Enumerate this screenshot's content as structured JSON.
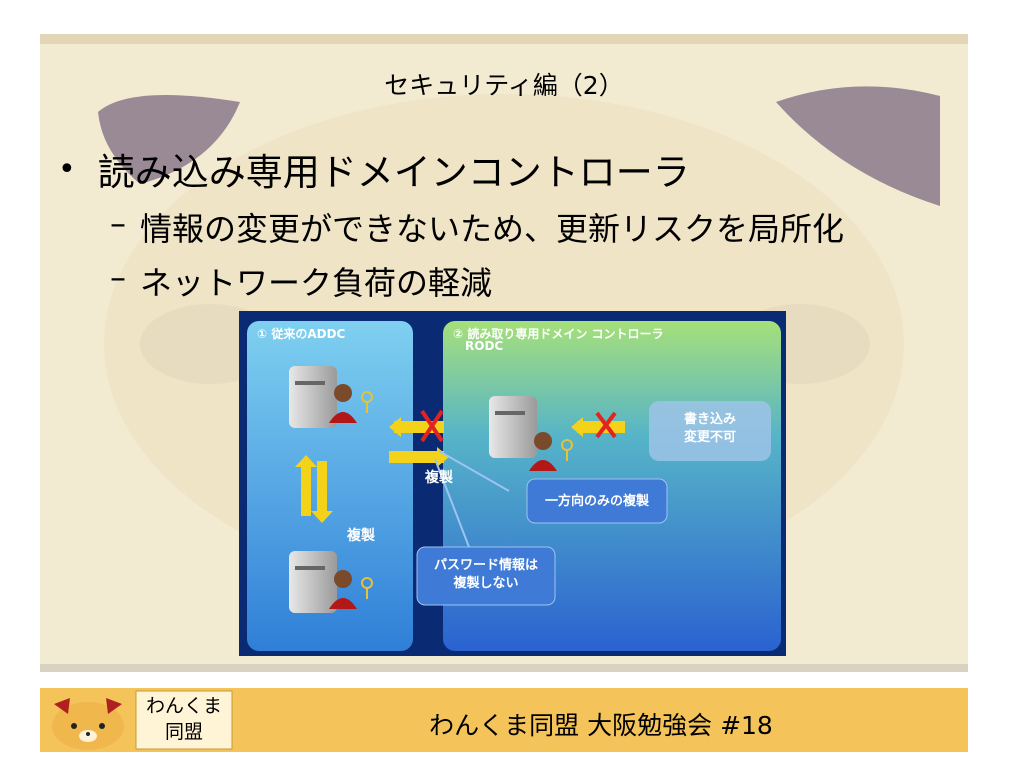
{
  "slide": {
    "title": "セキュリティ編（2）",
    "bullet_main": "読み込み専用ドメインコントローラ",
    "sub_bullets": [
      "情報の変更ができないため、更新リスクを局所化",
      "ネットワーク負荷の軽減"
    ]
  },
  "diagram": {
    "left_panel_label": "① 従来のADDC",
    "right_panel_label": "② 読み取り専用ドメイン コントローラ",
    "right_panel_sublabel": "RODC",
    "write_box": [
      "書き込み",
      "変更不可"
    ],
    "replication_label_center": "複製",
    "replication_label_left": "複製",
    "one_way_box": "一方向のみの複製",
    "password_box": [
      "パスワード情報は",
      "複製しない"
    ]
  },
  "footer": {
    "logo_line1": "わんくま",
    "logo_line2": "同盟",
    "text": "わんくま同盟 大阪勉強会 #18"
  },
  "colors": {
    "slide_bg": "#f3ead2",
    "footer_bg": "#f4c45a",
    "diagram_bg": "#0a2a73",
    "arrow_yellow": "#f5d21a",
    "cross_red": "#e52222"
  }
}
